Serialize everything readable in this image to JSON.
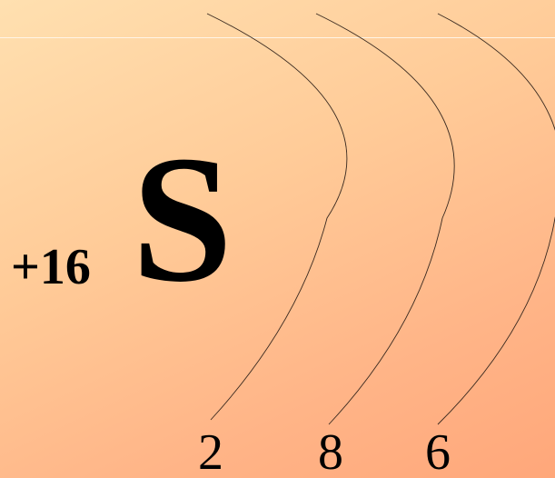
{
  "atom": {
    "nuclear_charge": "+16",
    "symbol": "S"
  },
  "shells": [
    {
      "electrons": "2"
    },
    {
      "electrons": "8"
    },
    {
      "electrons": "6"
    }
  ],
  "colors": {
    "background_light": "#ffe0b0",
    "background_dark": "#ffa77a",
    "text": "#000000",
    "rule": "#fff4e6"
  }
}
